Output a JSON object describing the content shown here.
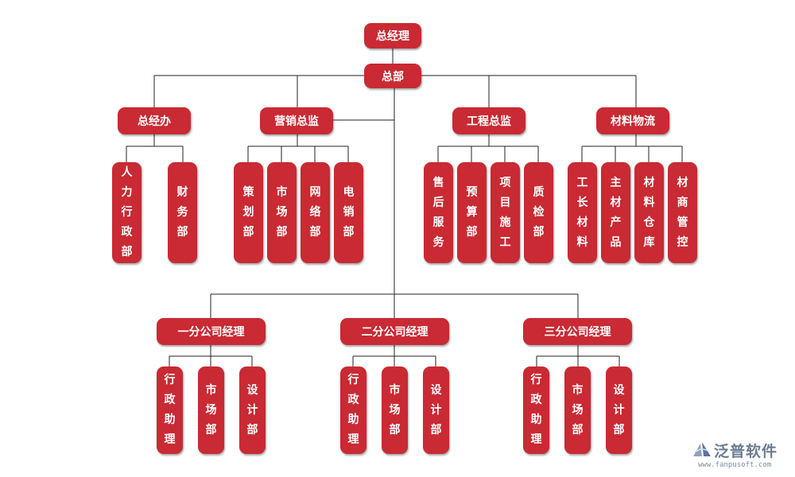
{
  "top": {
    "ceo": "总经理",
    "hq": "总部"
  },
  "departments": [
    {
      "label": "总经办",
      "children": [
        "人力行政部",
        "财务部"
      ]
    },
    {
      "label": "营销总监",
      "children": [
        "策划部",
        "市场部",
        "网络部",
        "电销部"
      ]
    },
    {
      "label": "工程总监",
      "children": [
        "售后服务",
        "预算部",
        "项目施工",
        "质检部"
      ]
    },
    {
      "label": "材料物流",
      "children": [
        "工长材料",
        "主材产品",
        "材料仓库",
        "材商管控"
      ]
    }
  ],
  "branches": [
    {
      "label": "一分公司经理",
      "children": [
        "行政助理",
        "市场部",
        "设计部"
      ]
    },
    {
      "label": "二分公司经理",
      "children": [
        "行政助理",
        "市场部",
        "设计部"
      ]
    },
    {
      "label": "三分公司经理",
      "children": [
        "行政助理",
        "市场部",
        "设计部"
      ]
    }
  ],
  "logo": {
    "name": "泛普软件",
    "url": "www.fanpusoft.com",
    "icon": "fanpu-logo-icon"
  },
  "colors": {
    "node": "#c92a33",
    "line": "#222222",
    "logo": "#6b7c93"
  }
}
